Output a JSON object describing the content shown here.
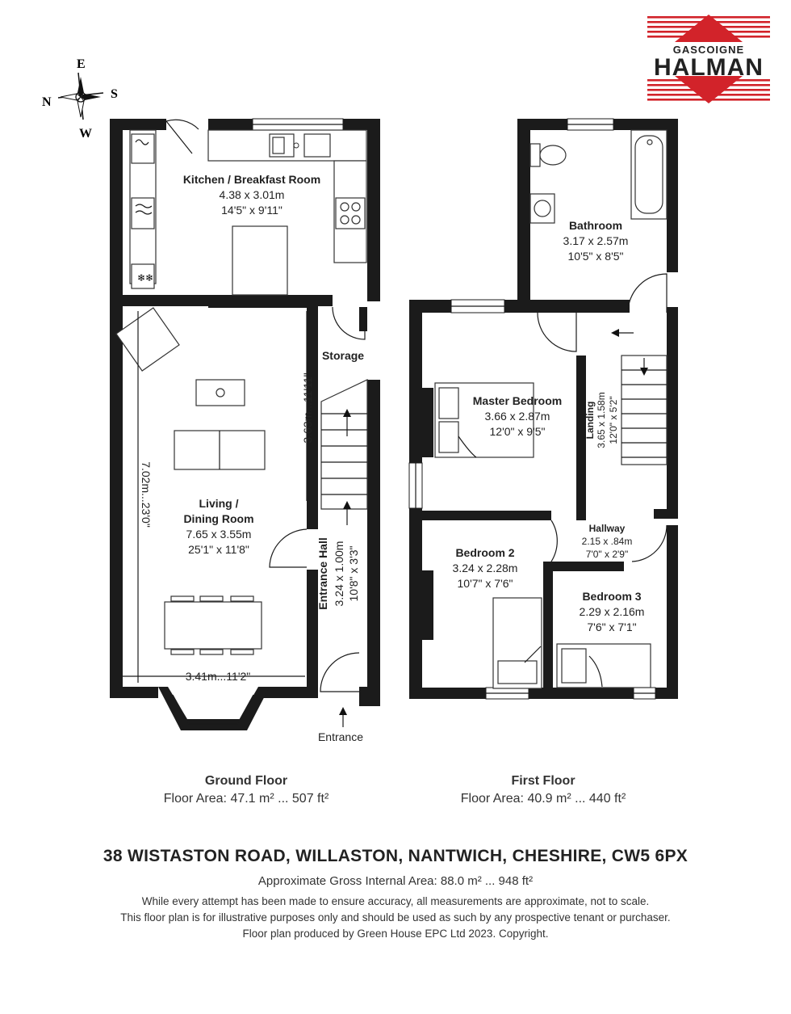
{
  "logo": {
    "line1": "GASCOIGNE",
    "line2": "HALMAN",
    "brand_color": "#d2232a"
  },
  "compass": {
    "n": "N",
    "e": "E",
    "s": "S",
    "w": "W"
  },
  "ground_floor": {
    "title": "Ground Floor",
    "area": "Floor Area: 47.1 m² ... 507 ft²",
    "rooms": {
      "kitchen": {
        "name": "Kitchen / Breakfast Room",
        "metric": "4.38 x 3.01m",
        "imperial": "14'5\" x 9'11\""
      },
      "living": {
        "name1": "Living /",
        "name2": "Dining Room",
        "metric": "7.65 x 3.55m",
        "imperial": "25'1\" x 11'8\""
      },
      "storage": {
        "name": "Storage"
      },
      "entrance_hall": {
        "name": "Entrance Hall",
        "metric": "3.24 x 1.00m",
        "imperial": "10'8\" x 3'3\""
      }
    },
    "dims": {
      "height": "7.02m...23'0\"",
      "width": "3.41m...11'2\"",
      "stair": "3.63m...11'11\""
    },
    "entrance": "Entrance"
  },
  "first_floor": {
    "title": "First Floor",
    "area": "Floor Area: 40.9 m² ... 440 ft²",
    "rooms": {
      "bathroom": {
        "name": "Bathroom",
        "metric": "3.17 x 2.57m",
        "imperial": "10'5\" x 8'5\""
      },
      "master": {
        "name": "Master Bedroom",
        "metric": "3.66 x 2.87m",
        "imperial": "12'0\" x 9'5\""
      },
      "landing": {
        "name": "Landing",
        "metric": "3.65 x 1.58m",
        "imperial": "12'0\" x 5'2\""
      },
      "hallway": {
        "name": "Hallway",
        "metric": "2.15 x .84m",
        "imperial": "7'0\" x 2'9\""
      },
      "bedroom2": {
        "name": "Bedroom 2",
        "metric": "3.24 x 2.28m",
        "imperial": "10'7\" x 7'6\""
      },
      "bedroom3": {
        "name": "Bedroom 3",
        "metric": "2.29 x 2.16m",
        "imperial": "7'6\" x 7'1\""
      }
    }
  },
  "address": "38 WISTASTON ROAD, WILLASTON, NANTWICH, CHESHIRE, CW5 6PX",
  "gross_area": "Approximate Gross Internal Area: 88.0 m² ... 948 ft²",
  "disclaimer": [
    "While every attempt has been made to ensure accuracy, all measurements are approximate, not to scale.",
    "This floor plan is for illustrative purposes only and should be used as such by any prospective tenant or purchaser.",
    "Floor plan produced by Green House EPC Ltd 2023. Copyright."
  ]
}
